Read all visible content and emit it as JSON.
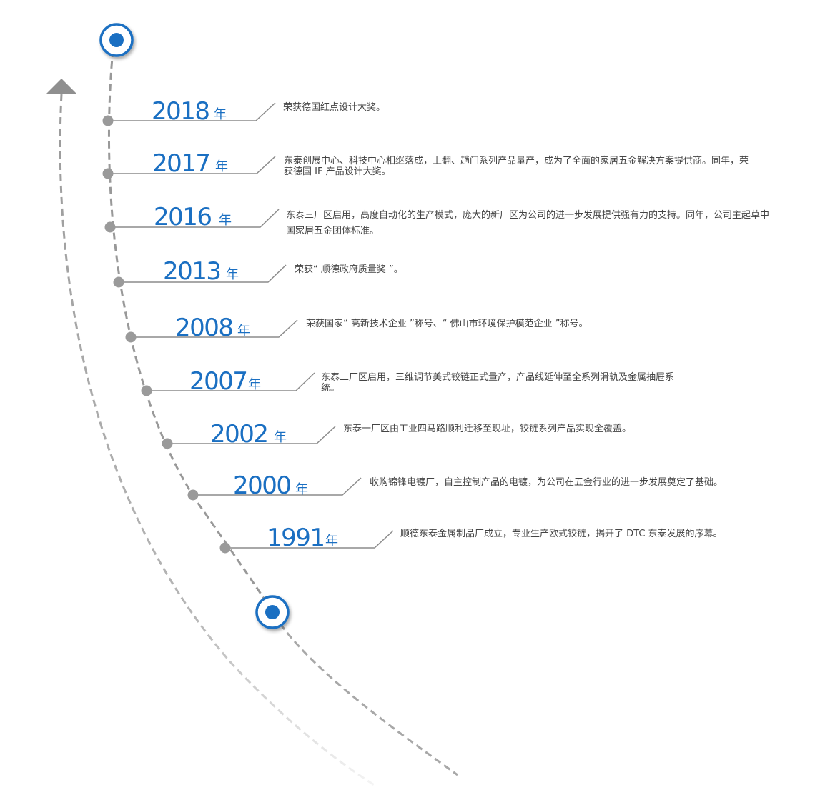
{
  "accent_color": "#1a6fc2",
  "line_color": "#999999",
  "icons": {
    "arrow": "arrow-up-icon",
    "start_marker": "target-icon",
    "end_marker": "target-icon"
  },
  "events": [
    {
      "year": "2018",
      "unit": "年",
      "text": "荣获德国红点设计大奖。"
    },
    {
      "year": "2017",
      "unit": "年",
      "text": "东泰创展中心、科技中心相继落成，上翻、趟门系列产品量产，成为了全面的家居五金解决方案提供商。同年，荣获德国 IF 产品设计大奖。"
    },
    {
      "year": "2016",
      "unit": "年",
      "text": "东泰三厂区启用，高度自动化的生产模式，庞大的新厂区为公司的进一步发展提供强有力的支持。同年，公司主起草中国家居五金团体标准。"
    },
    {
      "year": "2013",
      "unit": "年",
      "text": "荣获“ 顺德政府质量奖 ”。"
    },
    {
      "year": "2008",
      "unit": "年",
      "text": "荣获国家“ 高新技术企业 ”称号、“ 佛山市环境保护模范企业 ”称号。"
    },
    {
      "year": "2007",
      "unit": "年",
      "text": "东泰二厂区启用，三维调节美式铰链正式量产，产品线延伸至全系列滑轨及金属抽屉系统。"
    },
    {
      "year": "2002",
      "unit": "年",
      "text": "东泰一厂区由工业四马路顺利迁移至现址，铰链系列产品实现全覆盖。"
    },
    {
      "year": "2000",
      "unit": "年",
      "text": "收购锦锋电镀厂，自主控制产品的电镀，为公司在五金行业的进一步发展奠定了基础。"
    },
    {
      "year": "1991",
      "unit": "年",
      "text": "顺德东泰金属制品厂成立，专业生产欧式铰链，揭开了 DTC 东泰发展的序幕。"
    }
  ]
}
